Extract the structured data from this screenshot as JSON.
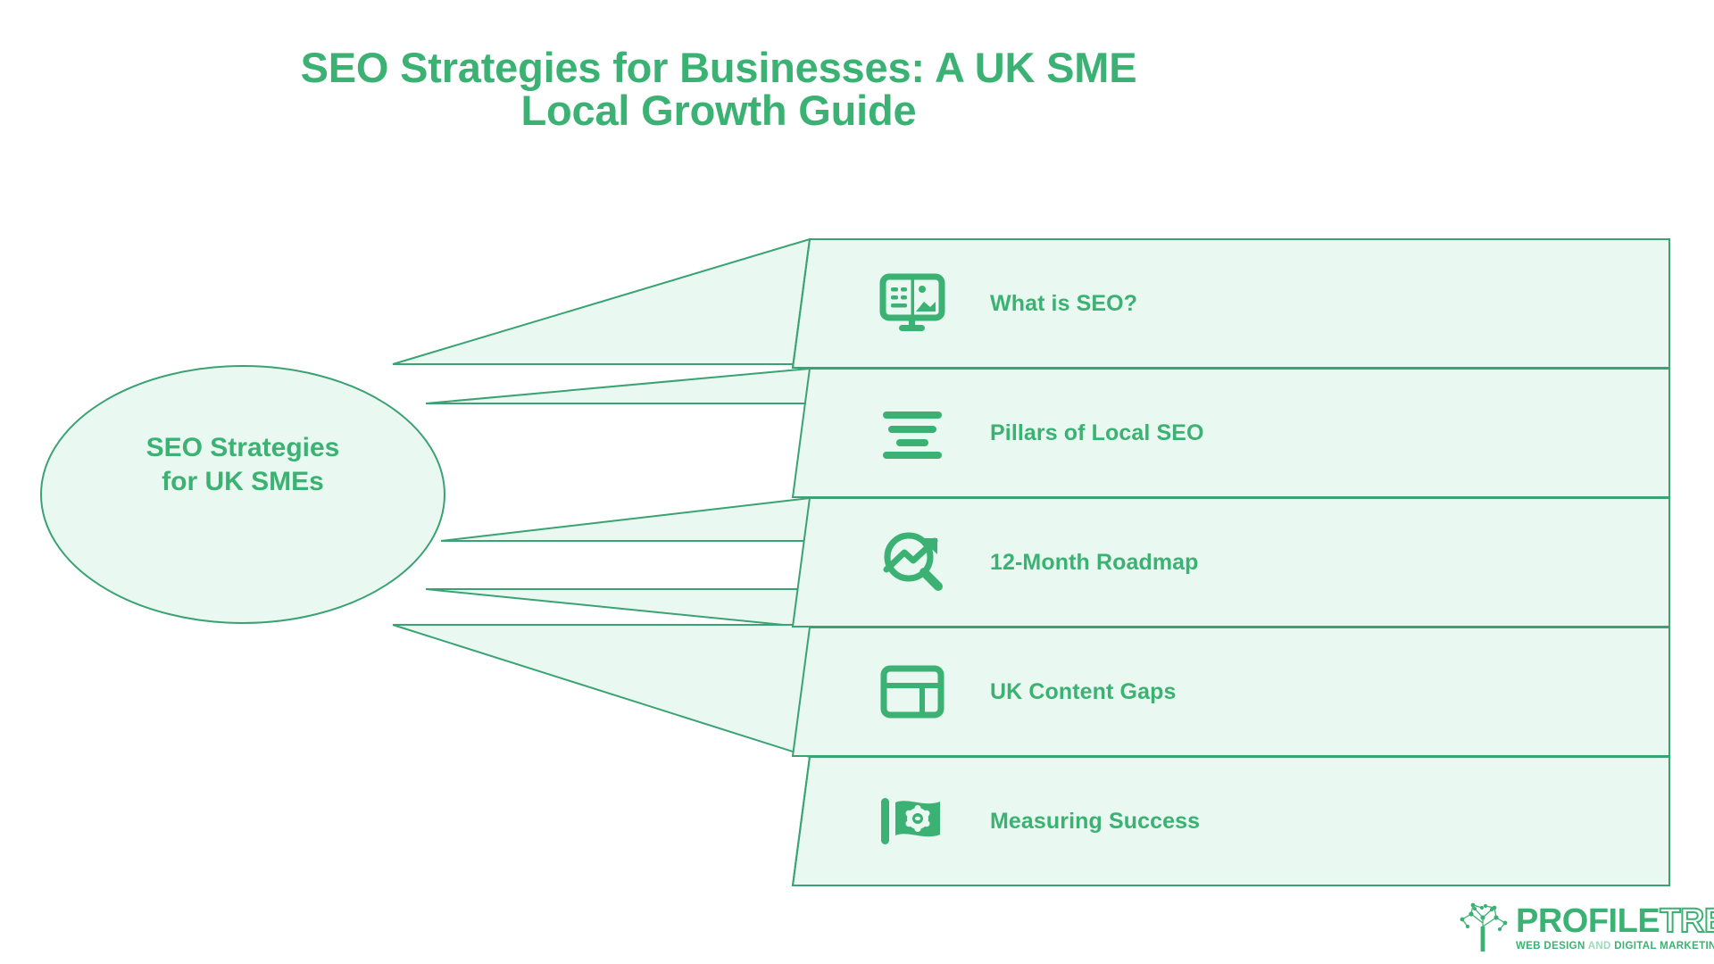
{
  "page": {
    "background": "#ffffff",
    "accent": "#3bb273",
    "stroke": "#3aa273",
    "fill": "#e9f8f0"
  },
  "title": {
    "line1": "SEO Strategies for Businesses: A UK SME",
    "line2": "Local Growth Guide",
    "full": "SEO Strategies for Businesses: A UK SME Local Growth Guide"
  },
  "center_node": {
    "line1": "SEO Strategies",
    "line2": "for UK SMEs",
    "label": "SEO Strategies for UK SMEs"
  },
  "branches": [
    {
      "label": "What is SEO?",
      "icon": "monitor-article-icon"
    },
    {
      "label": "Pillars of Local SEO",
      "icon": "stacked-lines-icon"
    },
    {
      "label": "12-Month Roadmap",
      "icon": "magnifier-trend-icon"
    },
    {
      "label": "UK Content Gaps",
      "icon": "layout-grid-icon"
    },
    {
      "label": "Measuring Success",
      "icon": "flag-gear-icon"
    }
  ],
  "logo": {
    "brand_bold": "PROFILE",
    "brand_light": "TREE",
    "tagline_1": "WEB DESIGN ",
    "tagline_2": "AND ",
    "tagline_3": "DIGITAL MARKETING",
    "tagline": "WEB DESIGN AND DIGITAL MARKETING"
  }
}
